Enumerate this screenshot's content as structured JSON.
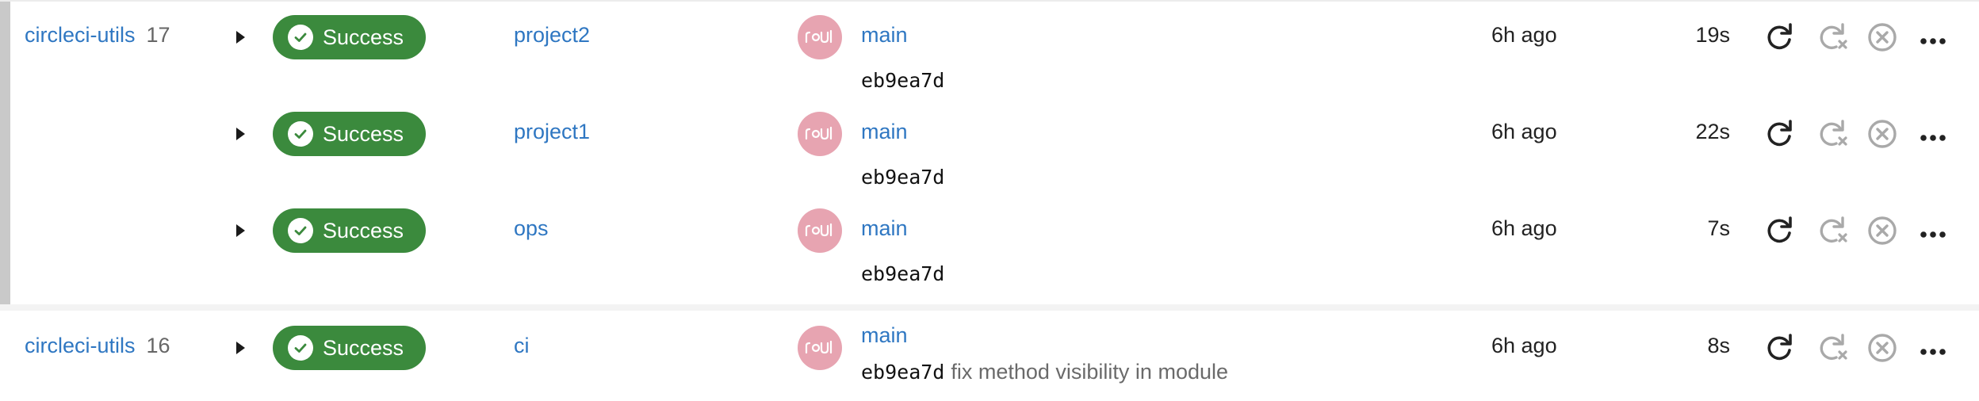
{
  "colors": {
    "link": "#2f77c2",
    "success": "#3b8a3d",
    "avatar": "#e7a4b1",
    "muted_icon": "#a9a9a9",
    "accent_bar": "#c9c9c9"
  },
  "pipelines": [
    {
      "project": "circleci-utils",
      "number": "17",
      "workflows": [
        {
          "status": "Success",
          "name": "project2",
          "avatar_icon": "user-avatar-icon",
          "branch": "main",
          "commit": "eb9ea7d",
          "commit_message": "",
          "time_ago": "6h ago",
          "duration": "19s"
        },
        {
          "status": "Success",
          "name": "project1",
          "avatar_icon": "user-avatar-icon",
          "branch": "main",
          "commit": "eb9ea7d",
          "commit_message": "",
          "time_ago": "6h ago",
          "duration": "22s"
        },
        {
          "status": "Success",
          "name": "ops",
          "avatar_icon": "user-avatar-icon",
          "branch": "main",
          "commit": "eb9ea7d",
          "commit_message": "",
          "time_ago": "6h ago",
          "duration": "7s"
        }
      ]
    },
    {
      "project": "circleci-utils",
      "number": "16",
      "workflows": [
        {
          "status": "Success",
          "name": "ci",
          "avatar_icon": "user-avatar-icon",
          "branch": "main",
          "commit": "eb9ea7d",
          "commit_message": "fix method visibility in module",
          "time_ago": "6h ago",
          "duration": "8s"
        }
      ]
    }
  ],
  "action_icons": [
    "rerun-icon",
    "rerun-failed-icon",
    "cancel-icon",
    "more-options-icon"
  ]
}
